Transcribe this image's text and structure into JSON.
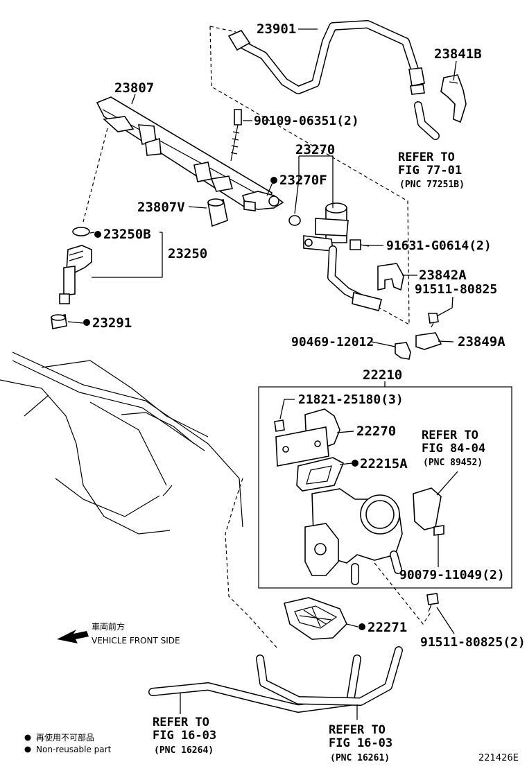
{
  "diagram_code": "221426E",
  "parts": {
    "p23901": "23901",
    "p23841B": "23841B",
    "p23807": "23807",
    "p90109": "90109-06351(2)",
    "p23270": "23270",
    "p23270F": "23270F",
    "p23807V": "23807V",
    "p23250B": "23250B",
    "p23250": "23250",
    "p91631": "91631-G0614(2)",
    "p23842A": "23842A",
    "p91511a": "91511-80825",
    "p23291": "23291",
    "p90469": "90469-12012",
    "p23849A": "23849A",
    "p22210": "22210",
    "p21821": "21821-25180(3)",
    "p22270": "22270",
    "p22215A": "22215A",
    "p90079": "90079-11049(2)",
    "p22271": "22271",
    "p91511b": "91511-80825(2)"
  },
  "refs": {
    "ref1": {
      "line1": "REFER TO",
      "line2": "FIG 77-01",
      "line3": "(PNC 77251B)"
    },
    "ref2": {
      "line1": "REFER TO",
      "line2": "FIG 84-04",
      "line3": "(PNC 89452)"
    },
    "ref3": {
      "line1": "REFER TO",
      "line2": "FIG 16-03",
      "line3": "(PNC 16264)"
    },
    "ref4": {
      "line1": "REFER TO",
      "line2": "FIG 16-03",
      "line3": "(PNC 16261)"
    }
  },
  "direction": {
    "jp": "車両前方",
    "en": "VEHICLE FRONT SIDE"
  },
  "legend": {
    "jp": "再使用不可部品",
    "en": "Non-reusable part"
  }
}
